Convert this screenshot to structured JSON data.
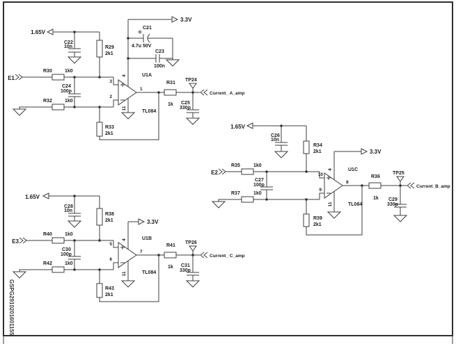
{
  "watermark": "GSPG2910201601155",
  "power": {
    "vref": "1.65V",
    "vcc": "3.3V"
  },
  "amp_a": {
    "designator": "U1A",
    "part": "TL084",
    "input_port": "E1",
    "testpoint": "TP24",
    "output_signal": "Current_ A_amp",
    "pins": {
      "noninv": "3",
      "inv": "2",
      "out": "1",
      "vcc": "4",
      "gnd": "11"
    },
    "c_ref": {
      "ref": "C22",
      "value": "10n"
    },
    "r_pullup": {
      "ref": "R29",
      "value": "2k1"
    },
    "r_top": {
      "ref": "R30",
      "value": "1k0"
    },
    "c_diff": {
      "ref": "C24",
      "value": "100p"
    },
    "r_bot": {
      "ref": "R32",
      "value": "1k0"
    },
    "r_fb": {
      "ref": "R33",
      "value": "2k1"
    },
    "c_bulk": {
      "ref": "C21",
      "value": "4.7u 50V"
    },
    "c_dec": {
      "ref": "C23",
      "value": "100n"
    },
    "r_out": {
      "ref": "R31",
      "value": "1k"
    },
    "c_out": {
      "ref": "C25",
      "value": "330p"
    }
  },
  "amp_b": {
    "designator": "U1B",
    "part": "TL084",
    "input_port": "E3",
    "testpoint": "TP26",
    "output_signal": "Current_ C_amp",
    "pins": {
      "noninv": "5",
      "inv": "6",
      "out": "7",
      "vcc": "4",
      "gnd": "11"
    },
    "c_ref": {
      "ref": "C28",
      "value": "10n"
    },
    "r_pullup": {
      "ref": "R38",
      "value": "2k1"
    },
    "r_top": {
      "ref": "R40",
      "value": "1k0"
    },
    "c_diff": {
      "ref": "C30",
      "value": "100p"
    },
    "r_bot": {
      "ref": "R42",
      "value": "1k0"
    },
    "r_fb": {
      "ref": "R43",
      "value": "2k1"
    },
    "r_out": {
      "ref": "R41",
      "value": "1k"
    },
    "c_out": {
      "ref": "C31",
      "value": "330p"
    }
  },
  "amp_c": {
    "designator": "U1C",
    "part": "TL084",
    "input_port": "E2",
    "testpoint": "TP25",
    "output_signal": "Current_B_amp",
    "pins": {
      "noninv": "10",
      "inv": "9",
      "out": "8",
      "vcc": "4",
      "gnd": "11"
    },
    "c_ref": {
      "ref": "C26",
      "value": "10n"
    },
    "r_pullup": {
      "ref": "R34",
      "value": "2k1"
    },
    "r_top": {
      "ref": "R35",
      "value": "1k0"
    },
    "c_diff": {
      "ref": "C27",
      "value": "100p"
    },
    "r_bot": {
      "ref": "R37",
      "value": "1k0"
    },
    "r_fb": {
      "ref": "R39",
      "value": "2k1"
    },
    "r_out": {
      "ref": "R36",
      "value": "1k"
    },
    "c_out": {
      "ref": "C29",
      "value": "330p"
    }
  }
}
